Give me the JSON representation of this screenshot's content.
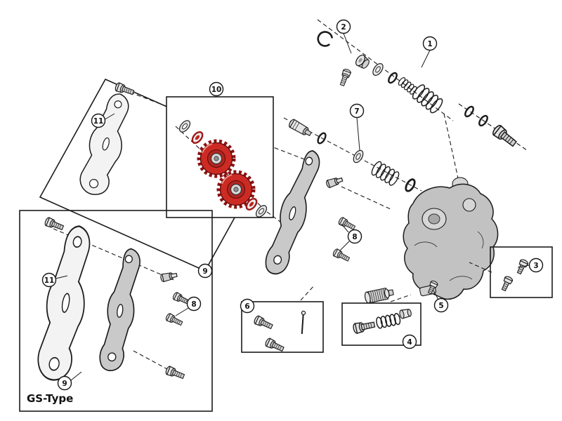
{
  "figure": {
    "caption": "GS-Type",
    "callouts": [
      {
        "label": "1"
      },
      {
        "label": "2"
      },
      {
        "label": "3"
      },
      {
        "label": "4"
      },
      {
        "label": "5"
      },
      {
        "label": "6"
      },
      {
        "label": "7"
      },
      {
        "label": "8"
      },
      {
        "label": "8"
      },
      {
        "label": "9"
      },
      {
        "label": "9"
      },
      {
        "label": "10"
      },
      {
        "label": "11"
      },
      {
        "label": "11"
      }
    ],
    "colors": {
      "pulley_red": "#cc2b24",
      "pulley_dark": "#8c1212",
      "metal_gray": "#c9c9c9",
      "line": "#1b1b1b",
      "background": "#ffffff"
    }
  }
}
